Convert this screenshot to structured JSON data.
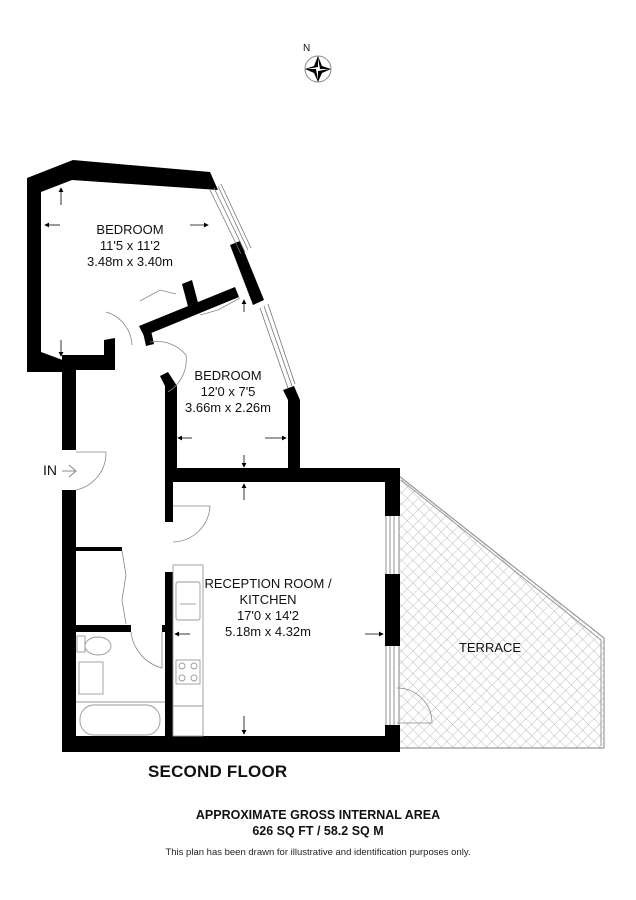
{
  "compass": {
    "label": "N",
    "icon": "north-compass-icon"
  },
  "rooms": [
    {
      "id": "bedroom-1",
      "name": "BEDROOM",
      "imperial": "11'5 x 11'2",
      "metric": "3.48m x 3.40m"
    },
    {
      "id": "bedroom-2",
      "name": "BEDROOM",
      "imperial": "12'0 x 7'5",
      "metric": "3.66m x 2.26m"
    },
    {
      "id": "reception",
      "name": "RECEPTION ROOM /",
      "name_line2": "KITCHEN",
      "imperial": "17'0 x 14'2",
      "metric": "5.18m x 4.32m"
    },
    {
      "id": "terrace",
      "name": "TERRACE"
    }
  ],
  "entrance": {
    "label": "IN",
    "icon": "entrance-arrow-icon"
  },
  "floor": {
    "title": "SECOND FLOOR"
  },
  "area": {
    "heading": "APPROXIMATE GROSS INTERNAL AREA",
    "value": "626 SQ FT / 58.2 SQ M"
  },
  "disclaimer": "This plan has been drawn for illustrative and identification purposes only.",
  "colors": {
    "wall": "#000000",
    "fixture": "#999999",
    "hatch": "#bdbdbd",
    "background": "#ffffff"
  }
}
